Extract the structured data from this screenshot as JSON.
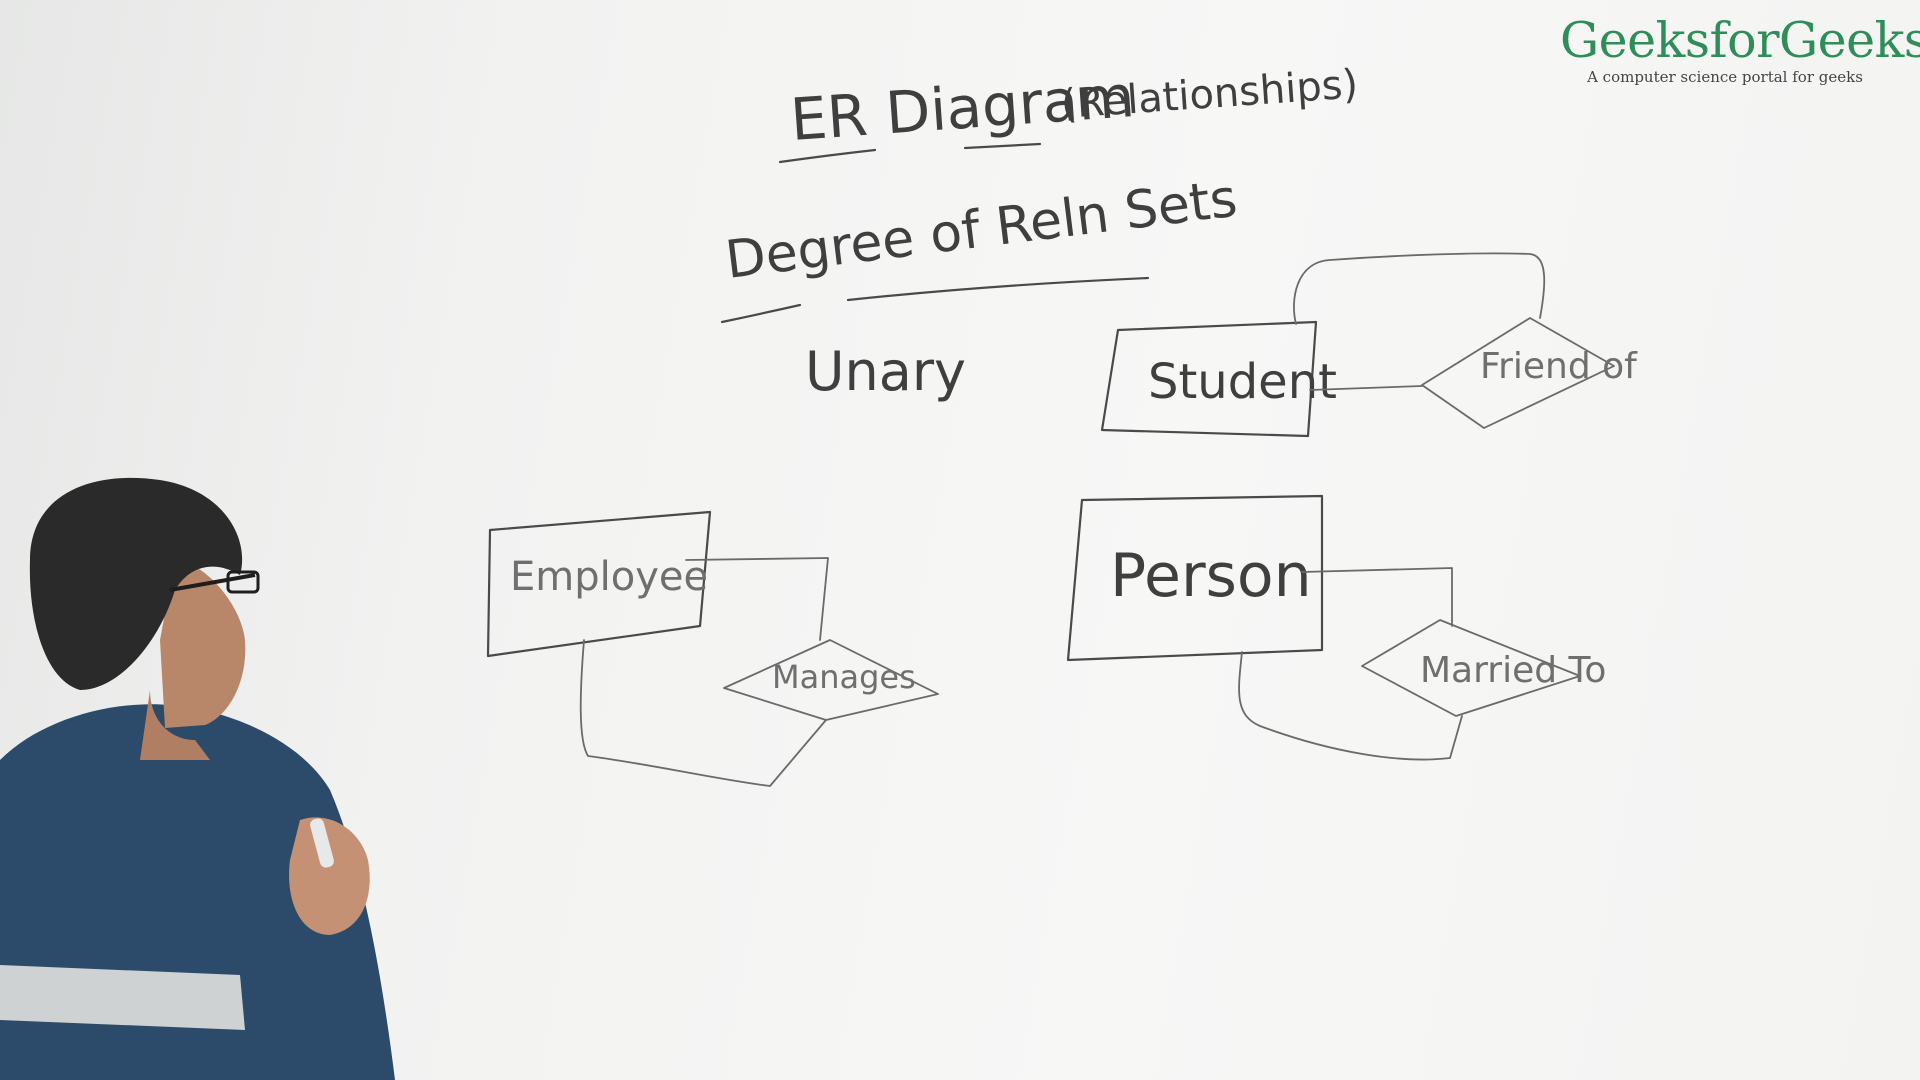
{
  "logo": {
    "title": "GeeksforGeeks",
    "tagline": "A computer science portal for geeks",
    "color": "#2f8d5a"
  },
  "board": {
    "heading": "ER Diagram",
    "heading_note": "(Relationships)",
    "subheading": "Degree of Reln Sets",
    "degree": "Unary",
    "diagrams": [
      {
        "entity": "Student",
        "relationship": "Friend of"
      },
      {
        "entity": "Employee",
        "relationship": "Manages"
      },
      {
        "entity": "Person",
        "relationship": "Married To"
      }
    ]
  },
  "scene": {
    "person": "presenter standing at whiteboard holding marker",
    "shirt_color": "#2c4b6a"
  }
}
